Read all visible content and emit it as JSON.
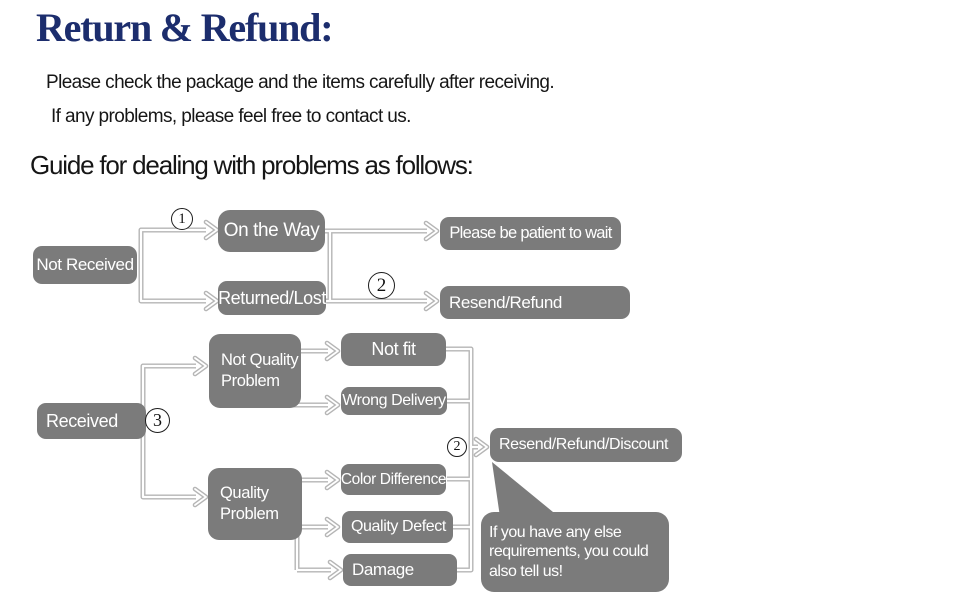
{
  "header": {
    "title": "Return & Refund:",
    "intro_lines": [
      "Please check the package and the items carefully after receiving.",
      "If any problems, please feel free to contact us."
    ],
    "guide_heading": "Guide for dealing with problems as follows:"
  },
  "colors": {
    "title": "#1c2d6d",
    "text": "#161616",
    "box": "#7b7b7b",
    "line": "#b5b5b5"
  },
  "flowchart": {
    "steps": {
      "one": "1",
      "two": "2",
      "three": "3"
    },
    "nodes": {
      "not_received": "Not Received",
      "on_the_way": "On the Way",
      "returned_lost": "Returned/Lost",
      "please_wait": "Please be patient to wait",
      "resend_refund": "Resend/Refund",
      "received": "Received",
      "not_quality_problem": "Not Quality Problem",
      "quality_problem": "Quality Problem",
      "not_fit": "Not fit",
      "wrong_delivery": "Wrong Delivery",
      "color_difference": "Color Difference",
      "quality_defect": "Quality Defect",
      "damage": "Damage",
      "resend_refund_discount": "Resend/Refund/Discount"
    },
    "note_bubble": "If you have any else requirements, you could also tell us!"
  }
}
